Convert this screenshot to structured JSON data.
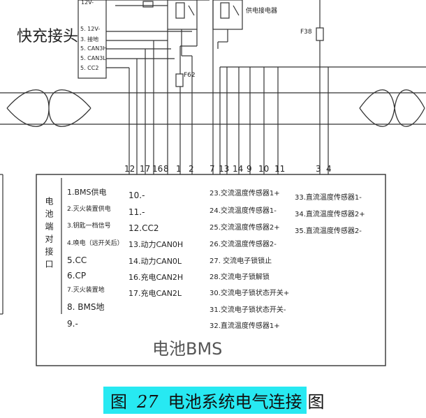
{
  "header": {
    "quick_charge_title": "快充接头",
    "supply_relay_label": "供电接电器",
    "fuse_f38": "F38",
    "fuse_f62": "F62",
    "connector_top_pin": "12V-"
  },
  "quick_charge_pins": [
    "5. 12V-",
    "3. 接地",
    "5. CAN3H",
    "5. CAN3L",
    "5. CC2"
  ],
  "pin_numbers": [
    "12",
    "17",
    "16",
    "8",
    "1",
    "2",
    "7",
    "13",
    "14",
    "9",
    "10",
    "11",
    "3",
    "4"
  ],
  "bms": {
    "side_label": "电池端对接口",
    "title": "电池BMS",
    "col1": [
      "1.BMS供电",
      "2.灭火装置供电",
      "3.钥匙一档信号",
      "4.唤电（远开关后）",
      "5.CC",
      "6.CP",
      "7.灭火装置地",
      "8. BMS地",
      "9.-"
    ],
    "col2": [
      "10.-",
      "11.-",
      "12.CC2",
      "13.动力CAN0H",
      "14.动力CAN0L",
      "16.充电CAN2H",
      "17.充电CAN2L"
    ],
    "col3": [
      "23.交流温度传感器1+",
      "24.交流温度传感器1-",
      "25.交流温度传感器2+",
      "26.交流温度传感器2-",
      "27. 交流电子锁锁止",
      "28.交流电子锁解锁",
      "30.交流电子锁状态开关+",
      "31.交流电子锁状态开关-",
      "32.直流温度传感器1+"
    ],
    "col4": [
      "33.直流温度传感器1-",
      "34.直流温度传感器2+",
      "35.直流温度传感器2-"
    ]
  },
  "caption": {
    "prefix": "图",
    "number": "27",
    "title": "电池系统电气连接",
    "tail": "图",
    "highlight_color": "#27e9f2"
  }
}
